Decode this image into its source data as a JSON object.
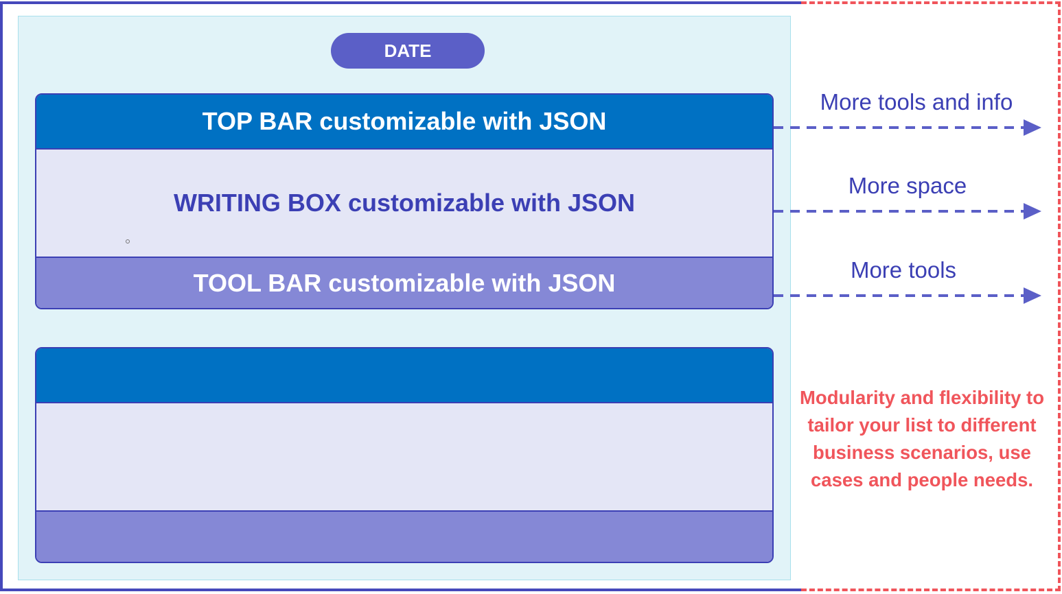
{
  "date_label": "DATE",
  "card1": {
    "top_bar": "TOP BAR customizable with JSON",
    "writing_box": "WRITING BOX customizable with JSON",
    "tool_bar": "TOOL BAR customizable with JSON"
  },
  "card2": {
    "top_bar": "",
    "writing_box": "",
    "tool_bar": ""
  },
  "arrows": [
    {
      "label": "More tools and info"
    },
    {
      "label": "More space"
    },
    {
      "label": "More tools"
    }
  ],
  "note": "Modularity and flexibility to tailor your list to different business scenarios, use cases and people needs.",
  "colors": {
    "frame": "#4548bb",
    "dashed_frame": "#f0555b",
    "top_bar": "#0071c3",
    "tool_bar": "#8588d6",
    "date_pill": "#5b5fc7",
    "note_text": "#f0555b"
  }
}
